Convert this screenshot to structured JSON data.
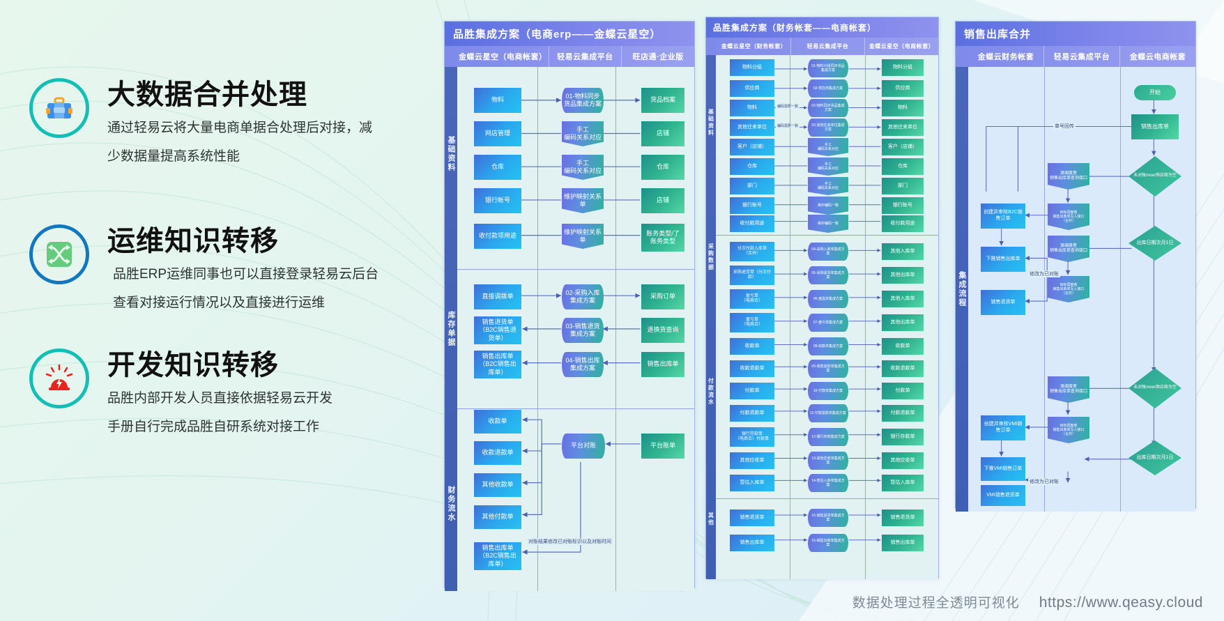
{
  "features": [
    {
      "icon": "briefcase-icon",
      "ring": "teal",
      "title": "大数据合并处理",
      "desc1": "通过轻易云将大量电商单据合处理后对接，减",
      "desc2": "少数据量提高系统性能"
    },
    {
      "icon": "shuffle-icon",
      "ring": "blue",
      "title": "运维知识转移",
      "desc1": "品胜ERP运维同事也可以直接登录轻易云后台",
      "desc2": "查看对接运行情况以及直接进行运维"
    },
    {
      "icon": "alarm-icon",
      "ring": "teal",
      "title": "开发知识转移",
      "desc1": "品胜内部开发人员直接依据轻易云开发",
      "desc2": "手册自行完成品胜自研系统对接工作"
    }
  ],
  "panel1": {
    "title": "品胜集成方案（电商erp——金蝶云星空）",
    "columns": [
      "金蝶云星空（电商帐套）",
      "轻易云集成平台",
      "旺店通·企业版"
    ],
    "rails": [
      "基础资料",
      "库存单据",
      "财务流水"
    ],
    "rows_basic": [
      {
        "left": "物料",
        "mid": "01-物料同步货品集成方案",
        "right": "货品档案",
        "mid_shape": "cyl"
      },
      {
        "left": "网店管理",
        "mid": "手工\n编码关系对应",
        "right": "店铺",
        "mid_shape": "flag"
      },
      {
        "left": "仓库",
        "mid": "手工\n编码关系对应",
        "right": "仓库",
        "mid_shape": "flag"
      },
      {
        "left": "银行帐号",
        "mid": "维护映射关系单",
        "right": "店铺",
        "mid_shape": "flag"
      },
      {
        "left": "收付款项用途",
        "mid": "维护映射关系单",
        "right": "账务类型/了账务类型",
        "mid_shape": "flag"
      }
    ],
    "rows_stock": [
      {
        "left": "直接调拨单",
        "mid": "02-采购入库集成方案",
        "right": "采购订单",
        "mid_shape": "cyl"
      },
      {
        "left": "销售退货单\n（B2C销售退货单）",
        "mid": "03-销售退货集成方案",
        "right": "退换货查询",
        "mid_shape": "cyl"
      },
      {
        "left": "销售出库单\n（B2C销售出库单）",
        "mid": "04-销售出库集成方案",
        "right": "销售出库单",
        "mid_shape": "cyl"
      }
    ],
    "rows_fin": [
      {
        "left": "收款单"
      },
      {
        "left": "收款退款单"
      },
      {
        "left": "其他收款单"
      },
      {
        "left": "其他付款单"
      },
      {
        "left": "销售出库单\n（B2C销售出库单）"
      }
    ],
    "fin_mid": "平台对账",
    "fin_right": "平台账单",
    "fin_note": "对账结果修改已对账标识以及对账时间"
  },
  "panel2": {
    "title": "品胜集成方案（财务帐套——电商帐套）",
    "columns": [
      "金蝶云星空（财务帐套）",
      "轻易云集成平台",
      "金蝶云星空（电商帐套）"
    ],
    "rails": [
      "基础资料",
      "采购数据",
      "付款流水",
      "其他"
    ],
    "rows": [
      {
        "left": "物料分组",
        "mid": "01-物料分组同步货品集成方案",
        "right": "物料分组",
        "mid_shape": "cyl"
      },
      {
        "left": "供应商",
        "mid": "02-供应商集成方案",
        "right": "供应商",
        "mid_shape": "cyl"
      },
      {
        "left": "物料",
        "mid": "02-物料同步货品集成方案",
        "right": "物料",
        "mid_shape": "cyl",
        "edge": "编码需要一致"
      },
      {
        "left": "其他往来单位",
        "mid": "03-其他往来单位集成方案",
        "right": "其他往来单位",
        "mid_shape": "cyl",
        "edge": "编码需要一致"
      },
      {
        "left": "客户（店铺）",
        "mid": "手工\n编码关系对应",
        "right": "客户（店铺）",
        "mid_shape": "flag"
      },
      {
        "left": "仓库",
        "mid": "手工\n编码关系对应",
        "right": "仓库",
        "mid_shape": "flag"
      },
      {
        "left": "部门",
        "mid": "手工\n编码关系对应",
        "right": "部门",
        "mid_shape": "flag"
      },
      {
        "left": "银行帐号",
        "mid": "维护编码一致",
        "right": "银行帐号",
        "mid_shape": "flag"
      },
      {
        "left": "收付款用途",
        "mid": "维护编码一致",
        "right": "收付款用途",
        "mid_shape": "flag"
      }
    ],
    "rows2": [
      {
        "left": "分次付款入库单\n（合并）",
        "mid": "04-采购入库单集成方案",
        "right": "其他入库单",
        "mid_shape": "cyl"
      },
      {
        "left": "采购退货单（分次付款）",
        "mid": "05-采购退货单集成方案",
        "right": "其他出库单",
        "mid_shape": "cyl"
      },
      {
        "left": "盈亏单\n（电商合）",
        "mid": "06-盘盈单集成方案",
        "right": "其他入库单",
        "mid_shape": "cyl"
      },
      {
        "left": "盘亏单\n（电商合）",
        "mid": "07-盘亏单集成方案",
        "right": "其他出库单",
        "mid_shape": "cyl"
      },
      {
        "left": "收款单",
        "mid": "08-收款单集成方案",
        "right": "收款单",
        "mid_shape": "cyl"
      },
      {
        "left": "收款退款单",
        "mid": "09-收款退款单集成方案",
        "right": "收款退款单",
        "mid_shape": "cyl"
      },
      {
        "left": "付款单",
        "mid": "10-付款单集成方案",
        "right": "付款单",
        "mid_shape": "cyl"
      },
      {
        "left": "付款退款单",
        "mid": "11-付款退款单集成方案",
        "right": "付款退款单",
        "mid_shape": "cyl"
      },
      {
        "left": "银行存款单\n（电商合）付款单",
        "mid": "12-银行存款集成方案",
        "right": "银行存款单",
        "mid_shape": "cyl"
      },
      {
        "left": "其他应收单",
        "mid": "13-其他应收单集成方案",
        "right": "其他应收单",
        "mid_shape": "cyl"
      },
      {
        "left": "暂估入库单",
        "mid": "14-暂估入库单集成方案",
        "right": "暂估入库单",
        "mid_shape": "cyl"
      }
    ],
    "rows3": [
      {
        "left": "销售退货单",
        "mid": "15-销售退货单集成方案",
        "right": "销售退货单",
        "mid_shape": "cyl"
      },
      {
        "left": "销售出库单",
        "mid": "16-销售出库单集成方案",
        "right": "销售出库单",
        "mid_shape": "cyl"
      }
    ]
  },
  "panel3": {
    "title": "销售出库合并",
    "columns": [
      "金蝶云财务帐套",
      "轻易云集成平台",
      "金蝶云电商帐套"
    ],
    "rail": "集成流程",
    "nodes": {
      "start": "开始",
      "sales_out": "销售出库单",
      "q1": "未对账moer供应商为空",
      "q2": "出库日期次月1日",
      "q3": "未对账moer供应商为空",
      "q4": "出库日期次月1日",
      "src1": "源调度者\n销售出库单查询接口",
      "tgt1": "目标调度者\n销售出库单写入接口（合并）",
      "src2": "源调度者\n销售出库单查询接口",
      "tgt2": "目标调度者\n销售出库单写入接口（合并）",
      "src3": "源调度者\n销售出库单查询接口",
      "tgt3": "目标调度者\n销售出库单写入接口（合并）",
      "create_b2c": "创建并审核B2C销售订单",
      "push_out": "下推销售出库单",
      "return_note": "销售退货单",
      "create_vmi": "创建并审核VMI销售订单",
      "push_vmi": "下推VMI销售订单",
      "vmi_return": "VMI销售退货单"
    },
    "edges": {
      "e1": "单号回传",
      "e2": "修改为已对账",
      "e3": "修改为已对账"
    }
  },
  "footer": {
    "tagline": "数据处理过程全透明可视化",
    "url": "https://www.qeasy.cloud"
  }
}
